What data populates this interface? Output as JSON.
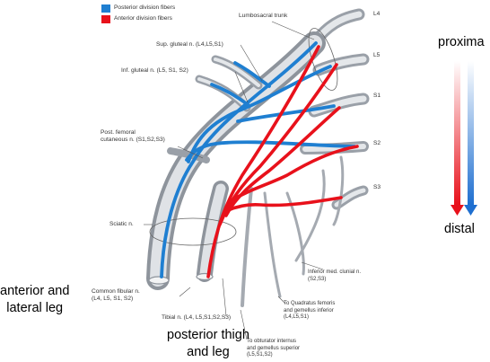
{
  "legend": {
    "posterior": {
      "label": "Posterior division fibers",
      "color": "#1f7fd1"
    },
    "anterior": {
      "label": "Anterior division fibers",
      "color": "#e8111b"
    }
  },
  "roots": [
    "L4",
    "L5",
    "S1",
    "S2",
    "S3"
  ],
  "nerve_labels": {
    "lumbosacral": "Lumbosacral trunk",
    "sup_gluteal": "Sup. gluteal n. (L4,L5,S1)",
    "inf_gluteal": "Inf. gluteal n. (L5, S1, S2)",
    "post_femoral": "Post. femoral\ncutaneous n. (S1,S2,S3)",
    "sciatic": "Sciatic n.",
    "common_fibular": "Common fibular n.\n(L4, L5, S1, S2)",
    "tibial": "Tibial n. (L4, L5,S1,S2,S3)",
    "obturator": "To obturator internus\nand gemellus superior\n(L5,S1,S2)",
    "quadratus": "To Quadratus femoris\nand gemellus inferior\n(L4,L5,S1)",
    "clunial": "Inferior med. clunial n.\n(S2,S3)"
  },
  "annotations": {
    "anterior_lateral_leg": "anterior and\nlateral leg",
    "posterior_thigh_leg": "posterior thigh\nand leg"
  },
  "gradient_arrow": {
    "top_label": "proxima",
    "bottom_label": "distal",
    "colors": {
      "red": "#e8111b",
      "blue": "#1f6fd0"
    }
  }
}
